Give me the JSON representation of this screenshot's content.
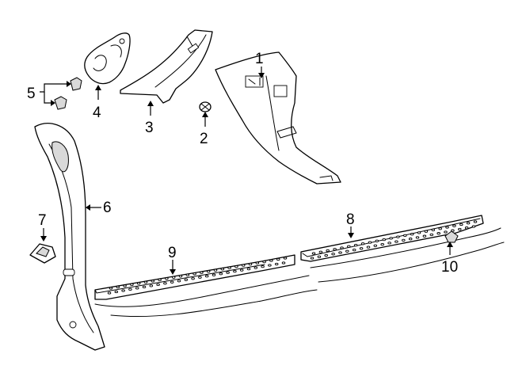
{
  "callouts": {
    "c1": "1",
    "c2": "2",
    "c3": "3",
    "c4": "4",
    "c5": "5",
    "c6": "6",
    "c7": "7",
    "c8": "8",
    "c9": "9",
    "c10": "10"
  },
  "colors": {
    "line": "#000000",
    "fill": "#ffffff",
    "shade": "#d9d9d9"
  }
}
